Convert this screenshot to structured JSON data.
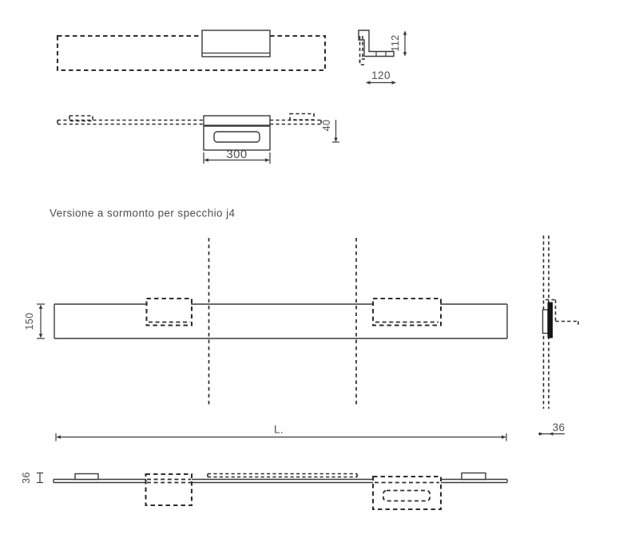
{
  "caption": "Versione a sormonto per specchio j4",
  "views": {
    "bracket_profile": {
      "height_label": "112",
      "width_label": "120"
    },
    "lamp_section": {
      "width_label": "300",
      "height_label": "40"
    },
    "front_elevation": {
      "height_label": "150",
      "length_label": "L."
    },
    "side_profile": {
      "width_label": "36"
    },
    "bottom_edge": {
      "thickness_label": "36"
    }
  },
  "colors": {
    "line": "#3a3a3a",
    "dashed_line": "#2e2e2e",
    "text": "#4f4f4f",
    "solid_fill": "#161616",
    "background": "#ffffff"
  }
}
